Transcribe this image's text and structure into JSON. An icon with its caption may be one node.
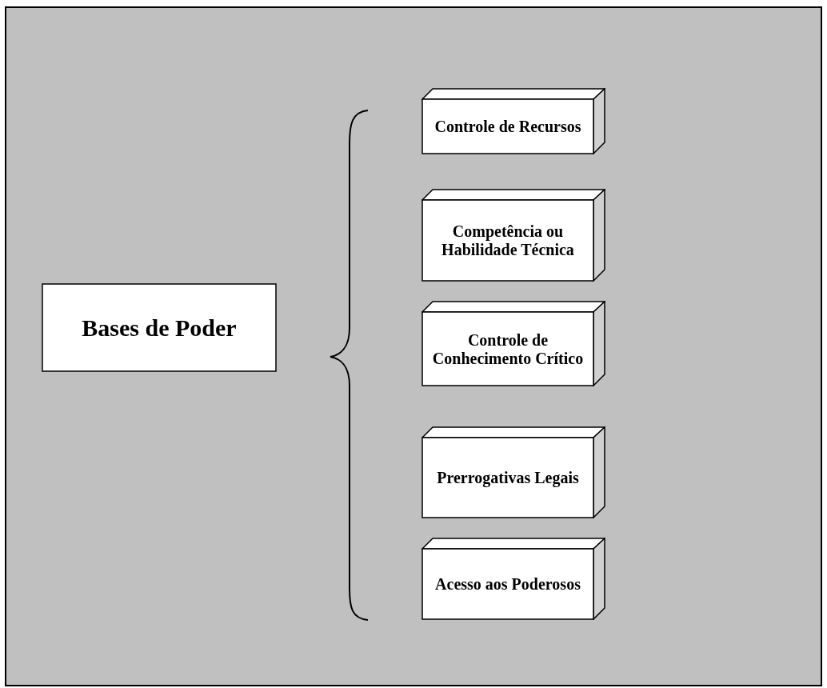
{
  "diagram": {
    "nodes": [
      {
        "text": [
          "Bases de Poder"
        ]
      },
      {
        "text": [
          "Controle de Recursos"
        ]
      },
      {
        "text": [
          "Competência ou Habilidade Técnica"
        ]
      },
      {
        "text": [
          "Controle de Conhecimento Crítico"
        ]
      },
      {
        "text": [
          "Prerrogativas Legais"
        ]
      },
      {
        "text": [
          "Acesso aos Poderosos"
        ]
      }
    ]
  }
}
